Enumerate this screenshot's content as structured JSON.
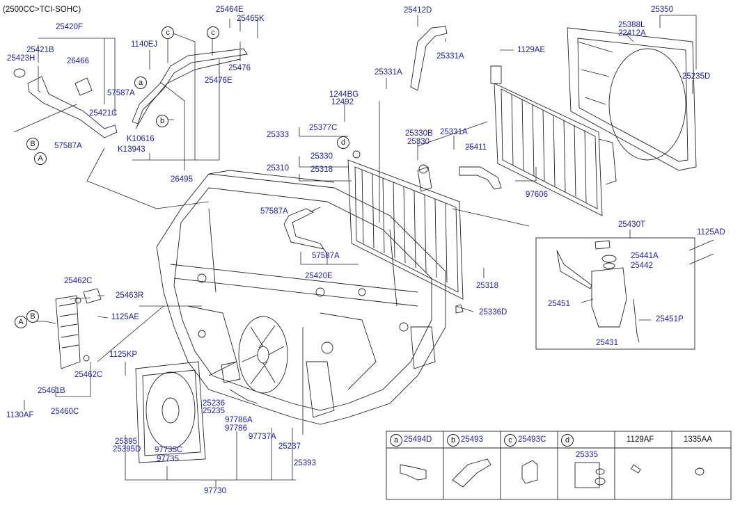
{
  "header": {
    "engine_label": "(2500CC>TCI-SOHC)"
  },
  "callouts": {
    "a": "a",
    "b": "b",
    "c": "c",
    "d": "d",
    "A": "A",
    "B": "B"
  },
  "parts": {
    "p25420F": "25420F",
    "p25423H": "25423H",
    "p25421B": "25421B",
    "p26466": "26466",
    "p57587A_1": "57587A",
    "p25421C": "25421C",
    "p57587A_2": "57587A",
    "p1140EJ": "1140EJ",
    "p25464E": "25464E",
    "p25465K": "25465K",
    "p25476": "25476",
    "p25476E": "25476E",
    "pK10616": "K10616",
    "pK13943": "K13943",
    "p26495": "26495",
    "p25412D": "25412D",
    "p25331A_1": "25331A",
    "p25331A_2": "25331A",
    "p1244BG": "1244BG",
    "p12492": "12492",
    "p25333": "25333",
    "p25377C": "25377C",
    "p25330B": "25330B",
    "p25330_1": "25330",
    "p25331A_3": "25331A",
    "p25411": "25411",
    "p25330_2": "25330",
    "p25310": "25310",
    "p25318_1": "25318",
    "p97606": "97606",
    "p57587A_3": "57587A",
    "p57587A_4": "57587A",
    "p25420E": "25420E",
    "p25318_2": "25318",
    "p25336D": "25336D",
    "p25350": "25350",
    "p25388L": "25388L",
    "p22412A": "22412A",
    "p1129AE": "1129AE",
    "p25235D": "25235D",
    "p25430T": "25430T",
    "p1125AD": "1125AD",
    "p25441A": "25441A",
    "p25442": "25442",
    "p25451": "25451",
    "p25451P": "25451P",
    "p25431": "25431",
    "p25462C_1": "25462C",
    "p25463R": "25463R",
    "p1125AE": "1125AE",
    "p1125KP": "1125KP",
    "p25462C_2": "25462C",
    "p25461B": "25461B",
    "p25460C": "25460C",
    "p1130AF": "1130AF",
    "p25236": "25236",
    "p25235": "25235",
    "p97786A": "97786A",
    "p97786": "97786",
    "p97737A": "97737A",
    "p25237": "25237",
    "p25393": "25393",
    "p25395": "25395",
    "p25395D": "25395D",
    "p97735C": "97735C",
    "p97735": "97735",
    "p97730": "97730"
  },
  "legend_table": {
    "cells": [
      {
        "letter": "a",
        "part": "25494D"
      },
      {
        "letter": "b",
        "part": "25493"
      },
      {
        "letter": "c",
        "part": "25493C"
      },
      {
        "letter": "d",
        "part": "",
        "inner_part": "25335"
      },
      {
        "letter": "",
        "part": "1129AF"
      },
      {
        "letter": "",
        "part": "1335AA"
      }
    ]
  }
}
